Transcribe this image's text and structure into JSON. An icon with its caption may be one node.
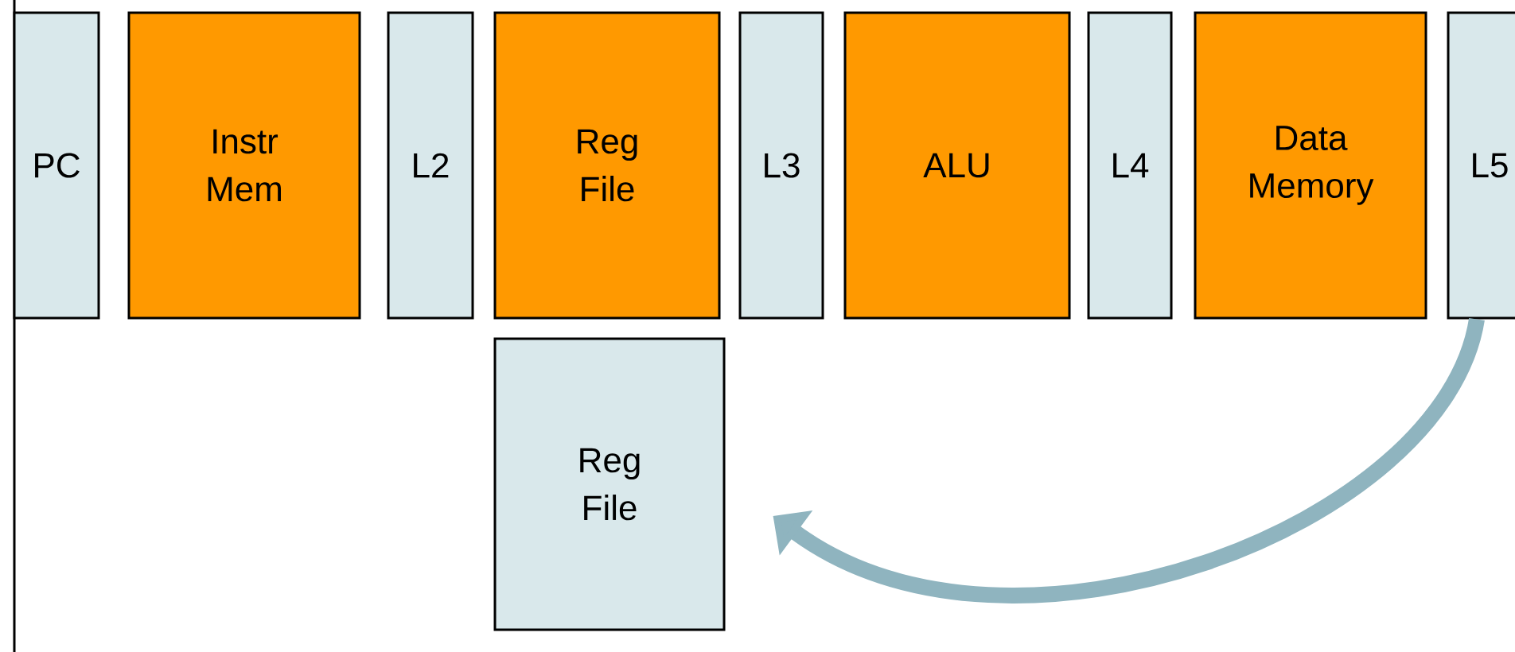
{
  "diagram": {
    "nodes": [
      {
        "text": [
          "PC"
        ]
      },
      {
        "text": [
          "Instr Mem"
        ]
      },
      {
        "text": [
          "L2"
        ]
      },
      {
        "text": [
          "Reg File"
        ]
      },
      {
        "text": [
          "L3"
        ]
      },
      {
        "text": [
          "ALU"
        ]
      },
      {
        "text": [
          "L4"
        ]
      },
      {
        "text": [
          "Data Memory"
        ]
      },
      {
        "text": [
          "L5"
        ]
      },
      {
        "text": [
          "Reg File"
        ]
      }
    ],
    "edges": [
      {
        "from": 8,
        "to": 9,
        "arrow": "to",
        "color": "#8fb4bf"
      }
    ]
  }
}
